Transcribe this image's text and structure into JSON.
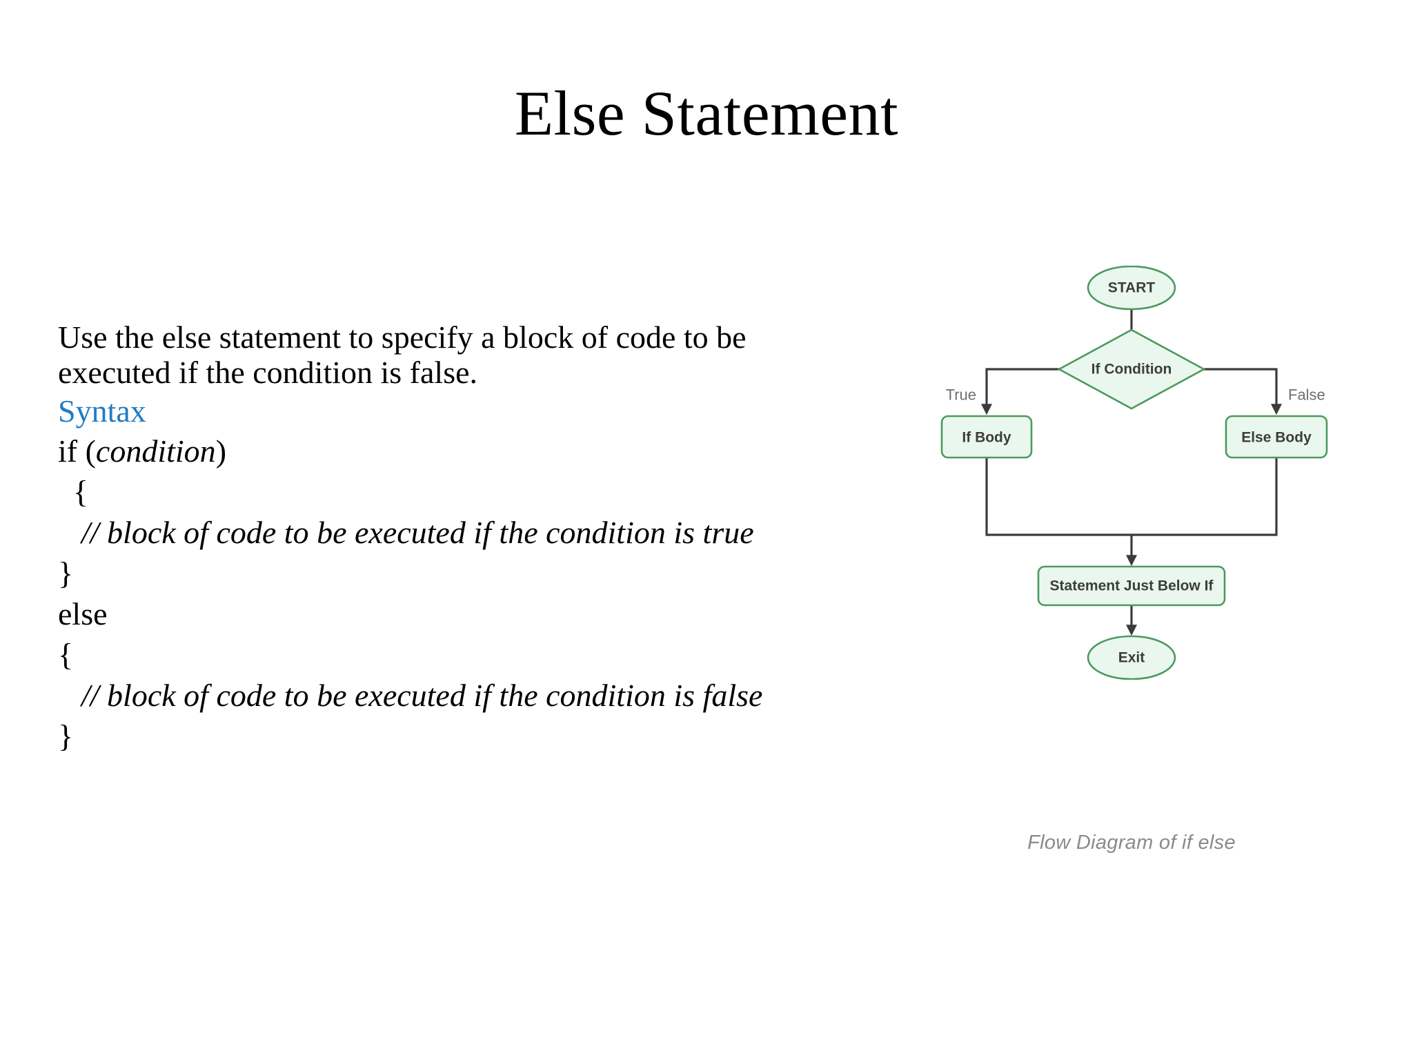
{
  "slide": {
    "title": "Else Statement"
  },
  "content": {
    "paragraph_line1": "Use the else statement to specify a block of code to be",
    "paragraph_line2": "executed if the condition is false.",
    "syntax_label": "Syntax",
    "code": {
      "if_keyword": "if (",
      "if_condition": "condition",
      "if_close": ")",
      "open_brace_1": "{",
      "comment_true": "// block of code to be executed if the condition is true",
      "close_brace_1": "}",
      "else_keyword": "else",
      "open_brace_2": "{",
      "comment_false": "// block of code to be executed if the condition is false",
      "close_brace_2": "}"
    }
  },
  "diagram": {
    "caption": "Flow Diagram of if else",
    "nodes": {
      "start": "START",
      "condition": "If Condition",
      "if_body": "If Body",
      "else_body": "Else Body",
      "statement_below": "Statement Just Below If",
      "exit": "Exit"
    },
    "edge_labels": {
      "true": "True",
      "false": "False"
    },
    "colors": {
      "node_fill": "#eaf7ee",
      "node_stroke": "#4a9a5e",
      "connector": "#3b3b3b",
      "node_text": "#3d3d3d",
      "edge_label_text": "#6e6e6e",
      "caption_text": "#8a8a8a"
    }
  },
  "theme": {
    "accent_blue": "#1F7CC4",
    "background": "#ffffff",
    "text": "#000000"
  }
}
